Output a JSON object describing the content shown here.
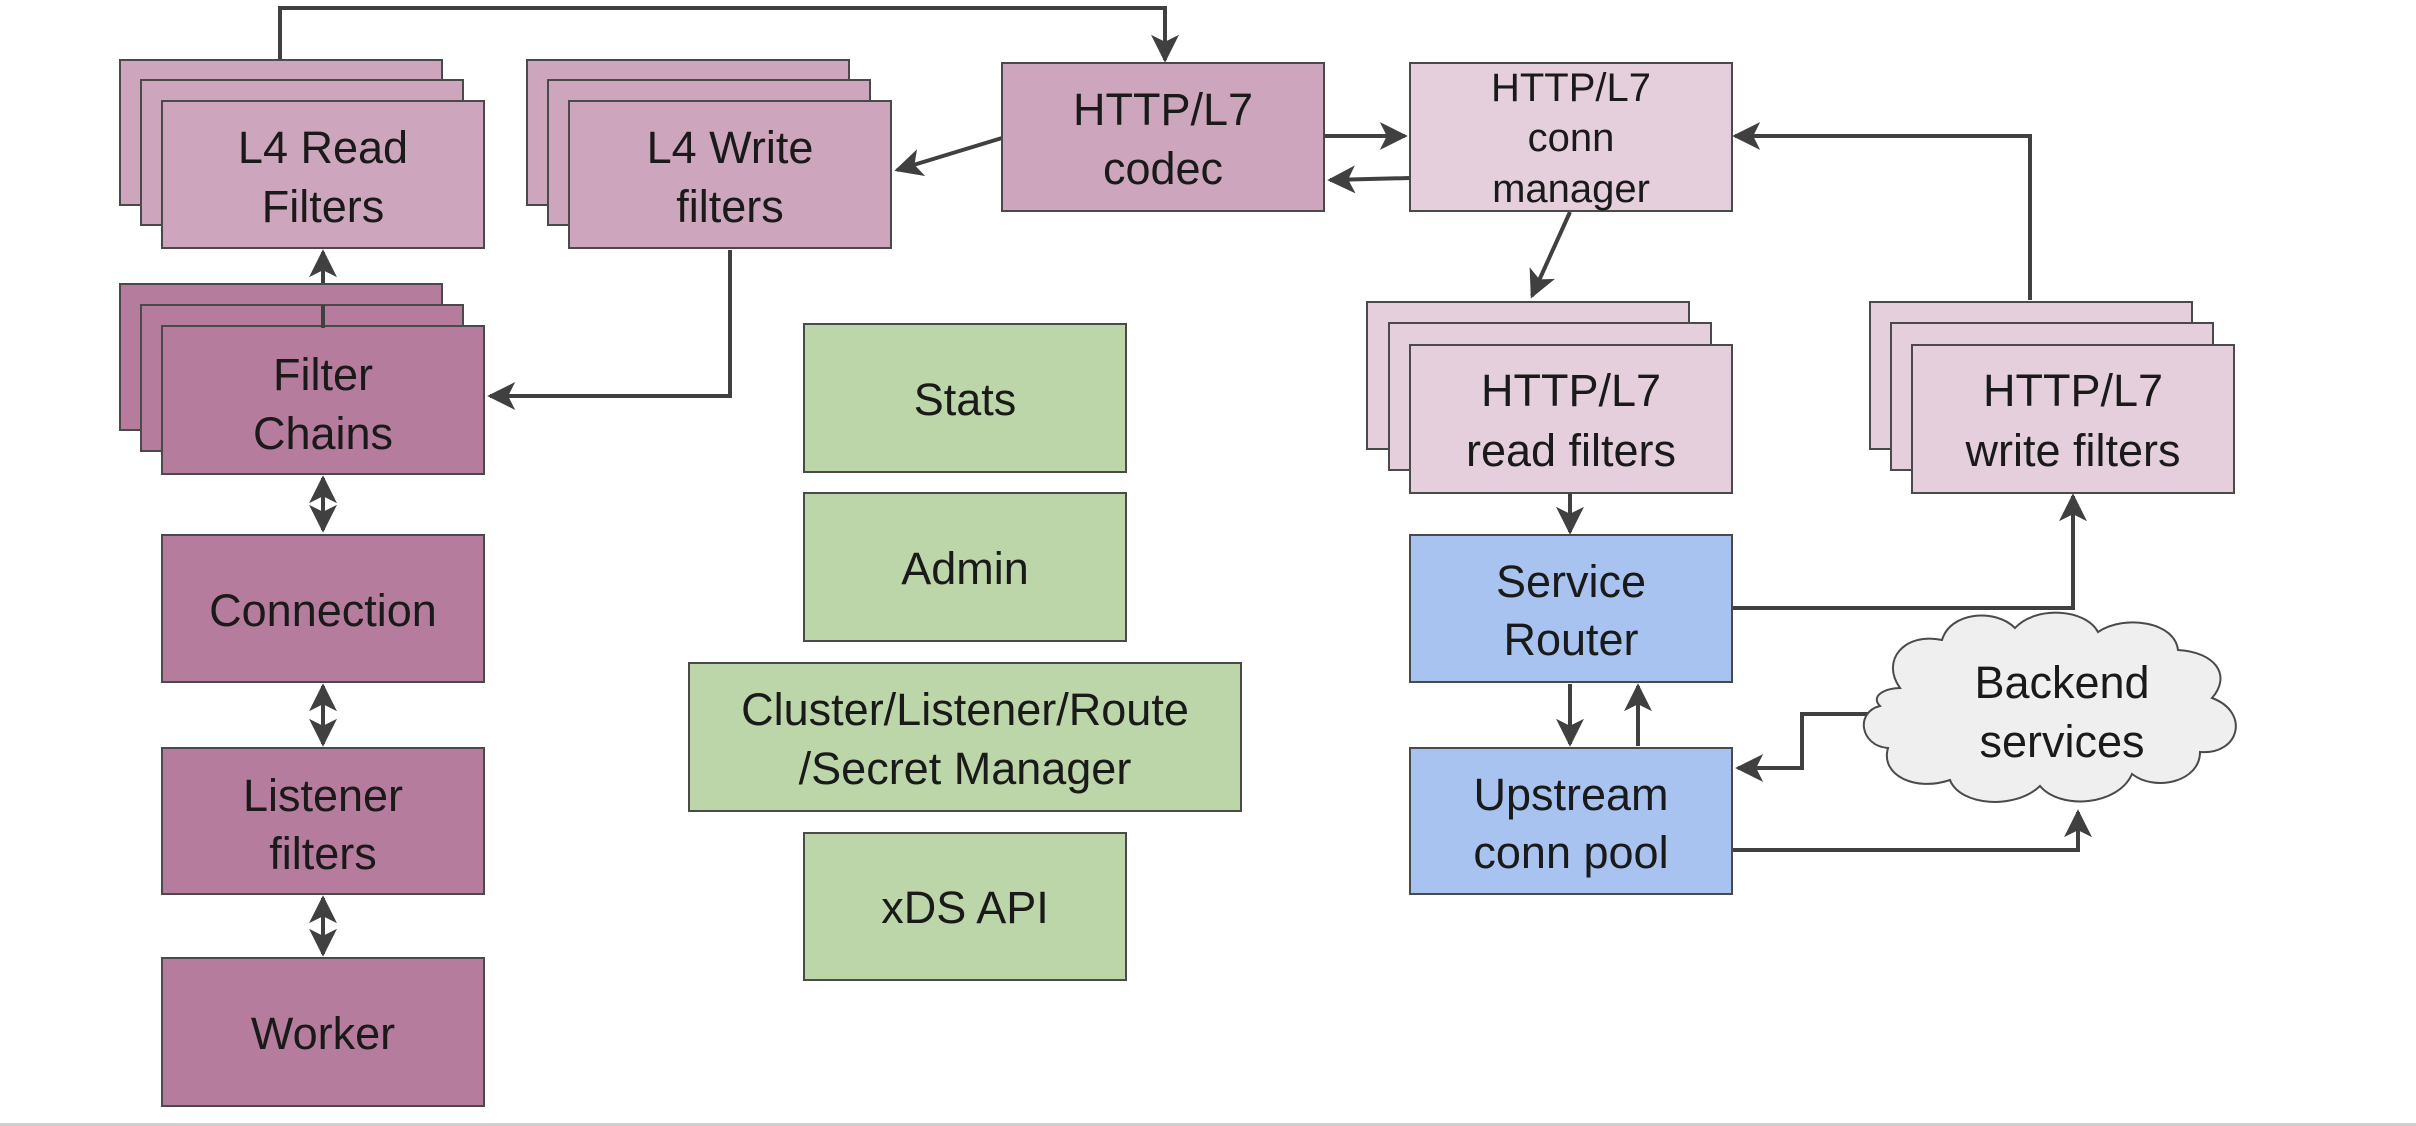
{
  "colors": {
    "dark_mauve": "#b67c9d",
    "mid_mauve": "#cda6bd",
    "light_mauve": "#e6cfdc",
    "green": "#bcd6aa",
    "blue": "#a8c3ef",
    "cloud": "#efefef",
    "arrow": "#404040"
  },
  "nodes": {
    "l4_read": {
      "line1": "L4 Read",
      "line2": "Filters"
    },
    "l4_write": {
      "line1": "L4 Write",
      "line2": "filters"
    },
    "http_codec": {
      "line1": "HTTP/L7",
      "line2": "codec"
    },
    "http_conn_manager": {
      "line1": "HTTP/L7",
      "line2": "conn",
      "line3": "manager"
    },
    "filter_chains": {
      "line1": "Filter",
      "line2": "Chains"
    },
    "connection": {
      "line1": "Connection"
    },
    "listener_filters": {
      "line1": "Listener",
      "line2": "filters"
    },
    "worker": {
      "line1": "Worker"
    },
    "stats": {
      "line1": "Stats"
    },
    "admin": {
      "line1": "Admin"
    },
    "cluster_manager": {
      "line1": "Cluster/Listener/Route",
      "line2": "/Secret Manager"
    },
    "xds_api": {
      "line1": "xDS API"
    },
    "http_read_filters": {
      "line1": "HTTP/L7",
      "line2": "read filters"
    },
    "http_write_filters": {
      "line1": "HTTP/L7",
      "line2": "write filters"
    },
    "service_router": {
      "line1": "Service",
      "line2": "Router"
    },
    "upstream_conn_pool": {
      "line1": "Upstream",
      "line2": "conn pool"
    },
    "backend_services": {
      "line1": "Backend",
      "line2": "services"
    }
  }
}
